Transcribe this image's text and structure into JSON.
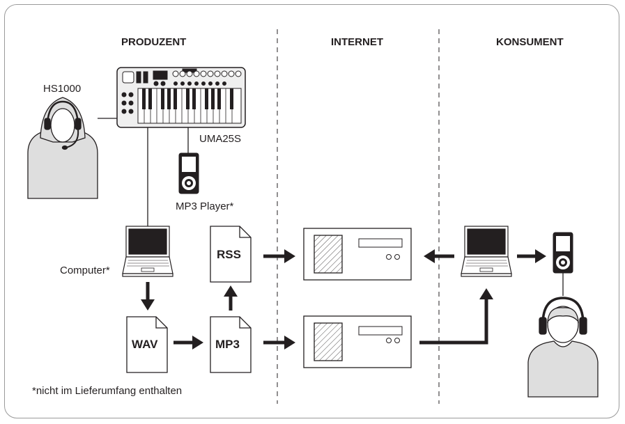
{
  "sections": {
    "producer": "PRODUZENT",
    "internet": "INTERNET",
    "consumer": "KONSUMENT"
  },
  "devices": {
    "headset": "HS1000",
    "interface": "UMA25S",
    "mp3_player": "MP3 Player*",
    "computer": "Computer*"
  },
  "files": {
    "rss": "RSS",
    "wav": "WAV",
    "mp3": "MP3"
  },
  "footnote": "*nicht im Lieferumfang enthalten"
}
